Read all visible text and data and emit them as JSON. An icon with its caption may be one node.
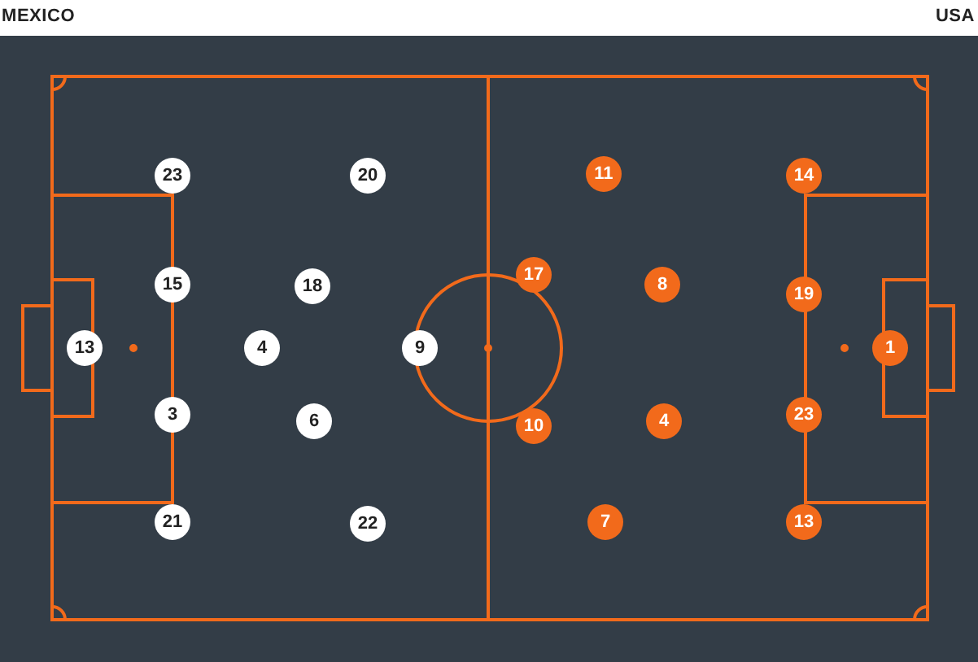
{
  "diagram": {
    "nodes": [
      {
        "text": [
          "11"
        ]
      },
      {
        "text": [
          "23"
        ]
      },
      {
        "text": [
          "20"
        ]
      },
      {
        "text": [
          "14"
        ]
      },
      {
        "text": [
          "17"
        ]
      },
      {
        "text": [
          "15"
        ]
      },
      {
        "text": [
          "18"
        ]
      },
      {
        "text": [
          "8"
        ]
      },
      {
        "text": [
          "19"
        ]
      },
      {
        "text": [
          "13"
        ]
      },
      {
        "text": [
          "4"
        ]
      },
      {
        "text": [
          "9"
        ]
      },
      {
        "text": [
          "1"
        ]
      },
      {
        "text": [
          "3"
        ]
      },
      {
        "text": [
          "6"
        ]
      },
      {
        "text": [
          "4"
        ]
      },
      {
        "text": [
          "23"
        ]
      },
      {
        "text": [
          "10"
        ]
      },
      {
        "text": [
          "21"
        ]
      },
      {
        "text": [
          "7"
        ]
      },
      {
        "text": [
          "22"
        ]
      },
      {
        "text": [
          "13"
        ]
      }
    ],
    "labels": [
      "MEXICO",
      "USA"
    ]
  }
}
